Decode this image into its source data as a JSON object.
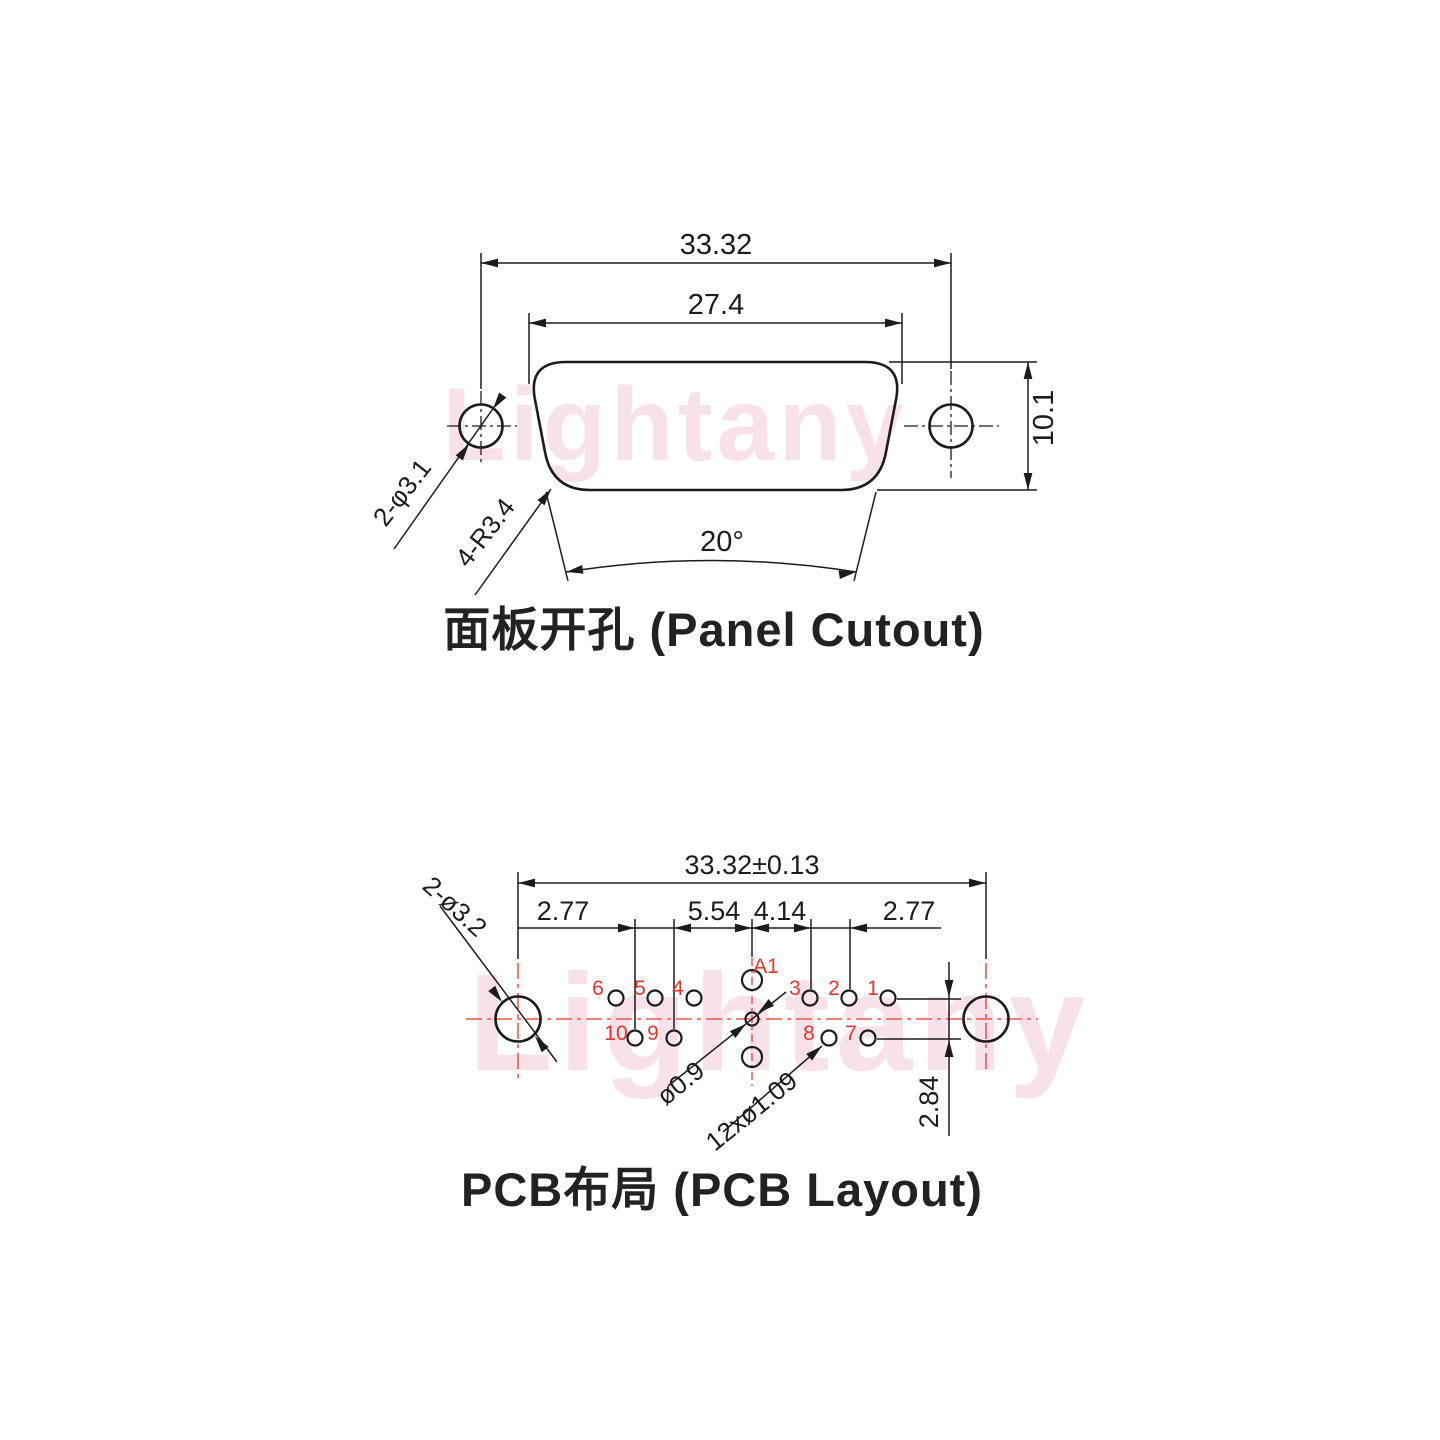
{
  "watermark": {
    "text": "Lightany"
  },
  "colors": {
    "line": "#1c1c1c",
    "centerline_red": "#f4564c",
    "pin_label_red": "#e6352b",
    "watermark_pink": "#f8e1e9"
  },
  "panel_cutout": {
    "title": "面板开孔 (Panel Cutout)",
    "dim_overall_width": "33.32",
    "dim_cutout_width": "27.4",
    "dim_height": "10.1",
    "dim_side_angle": "20°",
    "label_mount_holes": "2-φ3.1",
    "label_corner_radius": "4-R3.4"
  },
  "pcb_layout": {
    "title": "PCB布局 (PCB Layout)",
    "dim_overall_width": "33.32±0.13",
    "dim_pitch_left": "2.77",
    "dim_pitch_mid": "5.54",
    "dim_pitch_center": "4.14",
    "dim_pitch_right": "2.77",
    "dim_row_spacing": "2.84",
    "label_mount_holes": "2-ø3.2",
    "label_center_pin_hole": "ø0.9",
    "label_signal_holes": "12xø1.09",
    "pins": [
      {
        "label": "A1"
      },
      {
        "label": "1"
      },
      {
        "label": "2"
      },
      {
        "label": "3"
      },
      {
        "label": "4"
      },
      {
        "label": "5"
      },
      {
        "label": "6"
      },
      {
        "label": "7"
      },
      {
        "label": "8"
      },
      {
        "label": "9"
      },
      {
        "label": "10"
      }
    ]
  }
}
